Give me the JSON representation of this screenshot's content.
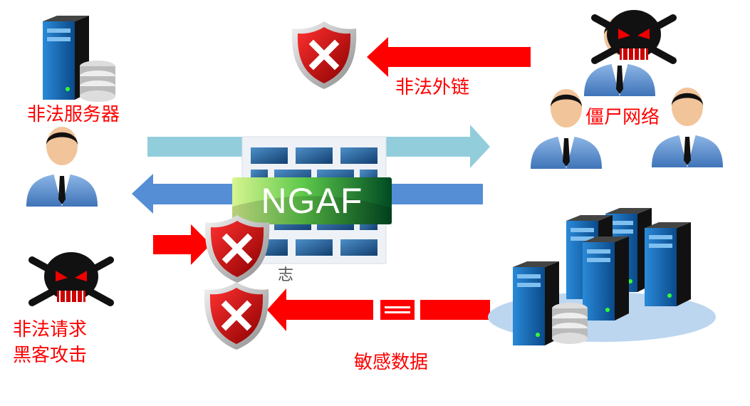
{
  "labels": {
    "illegal_server": "非法服务器",
    "illegal_outlink": "非法外链",
    "botnet": "僵尸网络",
    "firewall_name": "NGAF",
    "log_char": "志",
    "illegal_request": "非法请求",
    "hacker_attack": "黑客攻击",
    "sensitive_data": "敏感数据"
  },
  "colors": {
    "block_red": "#ff0000",
    "outbound_arrow": "#92cddc",
    "inbound_arrow": "#558ed5",
    "firewall_brick": "#1f5f9a",
    "ngaf_green": "#3a9a3a"
  }
}
